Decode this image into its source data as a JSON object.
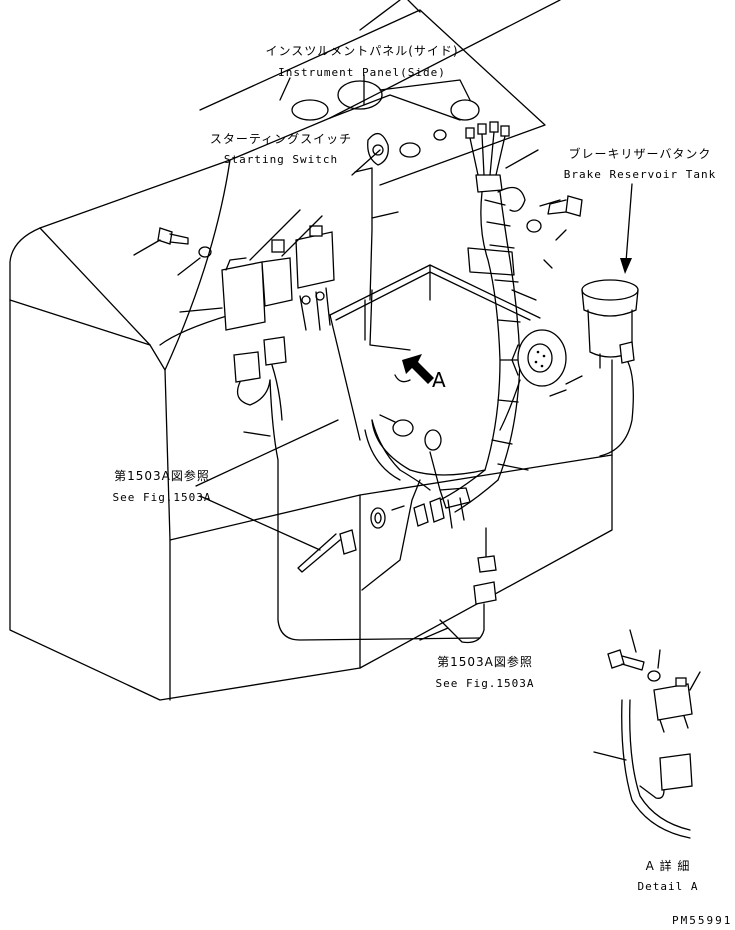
{
  "labels": {
    "instrument_panel_jp": "インスツルメントパネル(サイド)",
    "instrument_panel_en": "Instrument Panel(Side)",
    "starting_switch_jp": "スターティングスイッチ",
    "starting_switch_en": "Starting Switch",
    "brake_tank_jp": "ブレーキリザーバタンク",
    "brake_tank_en": "Brake Reservoir Tank",
    "view_arrow": "A",
    "see_fig_left_jp": "第1503A図参照",
    "see_fig_left_en": "See Fig.1503A",
    "see_fig_bottom_jp": "第1503A図参照",
    "see_fig_bottom_en": "See Fig.1503A",
    "detail_jp": "A 詳 細",
    "detail_en": "Detail A",
    "drawing_number": "PM55991"
  }
}
